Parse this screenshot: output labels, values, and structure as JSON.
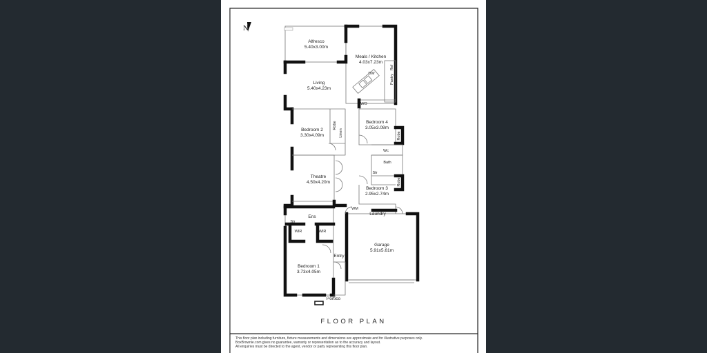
{
  "compass": {
    "label": "N"
  },
  "rooms": {
    "alfresco": {
      "name": "Alfresco",
      "size": "5.40x3.00m"
    },
    "meals_kitchen": {
      "name": "Meals / Kitchen",
      "size": "4.03x7.23m"
    },
    "living": {
      "name": "Living",
      "size": "5.40x4.23m"
    },
    "bedroom2": {
      "name": "Bedroom 2",
      "size": "3.30x4.09m"
    },
    "theatre": {
      "name": "Theatre",
      "size": "4.50x4.20m"
    },
    "bedroom4": {
      "name": "Bedroom 4",
      "size": "3.05x3.08m"
    },
    "bedroom3": {
      "name": "Bedroom 3",
      "size": "2.95x2.74m"
    },
    "garage": {
      "name": "Garage",
      "size": "5.91x5.61m"
    },
    "bedroom1": {
      "name": "Bedroom 1",
      "size": "3.73x4.05m"
    }
  },
  "fixtures": {
    "dw": "DW",
    "ref": "Ref",
    "pantry": "Pantry",
    "wo": "WO",
    "robe_b2": "Robe",
    "linen": "Linen",
    "robe_b4": "Robe",
    "wc": "Wc",
    "bath": "Bath",
    "str_bath": "Str",
    "robe_b3": "Robe",
    "wm": "WM",
    "laundry": "Laundry",
    "ens": "Ens",
    "str_ens": "Str",
    "wir1": "WIR",
    "wir2": "WIR",
    "entry": "Entry",
    "portico": "Portico"
  },
  "plan_title": "FLOOR PLAN",
  "disclaimer": [
    "This floor plan including furniture, fixture measurements and dimensions are approximate and for illustrative purposes only.",
    "BoxBrownie.com gives no guarantee, warranty or representation as to the accuracy and layout.",
    "All enquiries must be directed to the agent, vendor or party representing this floor plan."
  ]
}
